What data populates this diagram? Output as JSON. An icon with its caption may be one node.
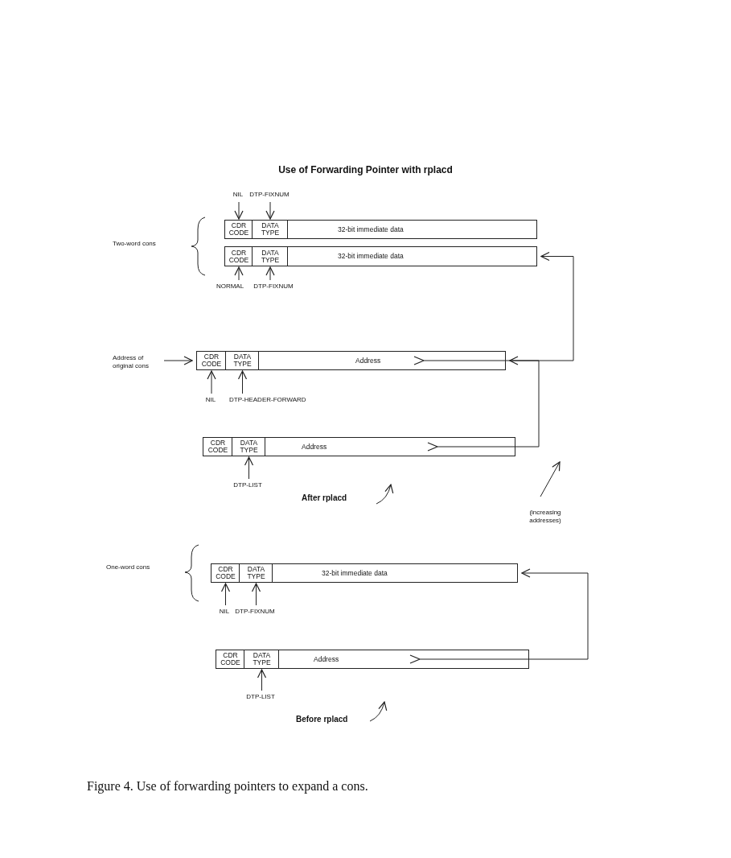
{
  "diagram": {
    "title": "Use of Forwarding Pointer with rplacd",
    "caption": "Figure 4. Use of forwarding pointers to expand a cons.",
    "nodes": [
      {
        "text": [
          "NIL"
        ]
      },
      {
        "text": [
          "DTP-FIXNUM"
        ]
      },
      {
        "text": [],
        "shape": "box"
      },
      {
        "text": [
          "CDR CODE"
        ],
        "in": 2
      },
      {
        "text": [
          "DATA TYPE"
        ],
        "in": 2
      },
      {
        "text": [
          "32-bit immediate data"
        ],
        "in": 2
      },
      {
        "text": [],
        "shape": "box"
      },
      {
        "text": [
          "CDR CODE"
        ],
        "in": 6
      },
      {
        "text": [
          "DATA TYPE"
        ],
        "in": 6
      },
      {
        "text": [
          "32-bit immediate data"
        ],
        "in": 6
      },
      {
        "text": [
          "NORMAL"
        ]
      },
      {
        "text": [
          "DTP-FIXNUM"
        ]
      },
      {
        "text": [
          "Address of original cons"
        ]
      },
      {
        "text": [],
        "shape": "box"
      },
      {
        "text": [
          "CDR CODE"
        ],
        "in": 13
      },
      {
        "text": [
          "DATA TYPE"
        ],
        "in": 13
      },
      {
        "text": [
          "Address"
        ],
        "in": 13
      },
      {
        "text": [
          "NIL"
        ]
      },
      {
        "text": [
          "DTP-HEADER-FORWARD"
        ]
      },
      {
        "text": [],
        "shape": "box"
      },
      {
        "text": [
          "CDR CODE"
        ],
        "in": 19
      },
      {
        "text": [
          "DATA TYPE"
        ],
        "in": 19
      },
      {
        "text": [
          "Address"
        ],
        "in": 19
      },
      {
        "text": [
          "DTP-LIST"
        ]
      },
      {
        "text": [],
        "shape": "box"
      },
      {
        "text": [
          "CDR CODE"
        ],
        "in": 24
      },
      {
        "text": [
          "DATA TYPE"
        ],
        "in": 24
      },
      {
        "text": [
          "32-bit immediate data"
        ],
        "in": 24
      },
      {
        "text": [
          "NIL"
        ]
      },
      {
        "text": [
          "DTP-FIXNUM"
        ]
      },
      {
        "text": [],
        "shape": "box"
      },
      {
        "text": [
          "CDR CODE"
        ],
        "in": 30
      },
      {
        "text": [
          "DATA TYPE"
        ],
        "in": 30
      },
      {
        "text": [
          "Address"
        ],
        "in": 30
      },
      {
        "text": [
          "DTP-LIST"
        ]
      }
    ],
    "edges": [
      {
        "from": 0,
        "to": 3,
        "arrow": "to"
      },
      {
        "from": 1,
        "to": 4,
        "arrow": "to"
      },
      {
        "from": 10,
        "to": 7,
        "arrow": "to"
      },
      {
        "from": 11,
        "to": 8,
        "arrow": "to"
      },
      {
        "from": 12,
        "to": 13,
        "arrow": "to"
      },
      {
        "from": 16,
        "to": 6,
        "arrow": "to"
      },
      {
        "from": 17,
        "to": 14,
        "arrow": "to"
      },
      {
        "from": 18,
        "to": 15,
        "arrow": "to"
      },
      {
        "from": 22,
        "to": 13,
        "arrow": "to"
      },
      {
        "from": 23,
        "to": 21,
        "arrow": "to"
      },
      {
        "from": 28,
        "to": 25,
        "arrow": "to"
      },
      {
        "from": 29,
        "to": 26,
        "arrow": "to"
      },
      {
        "from": 33,
        "to": 24,
        "arrow": "to"
      },
      {
        "from": 34,
        "to": 32,
        "arrow": "to"
      }
    ],
    "labels": [
      "Two-word cons",
      "After rplacd",
      "(increasing addresses)",
      "One-word cons",
      "Before rplacd"
    ]
  }
}
